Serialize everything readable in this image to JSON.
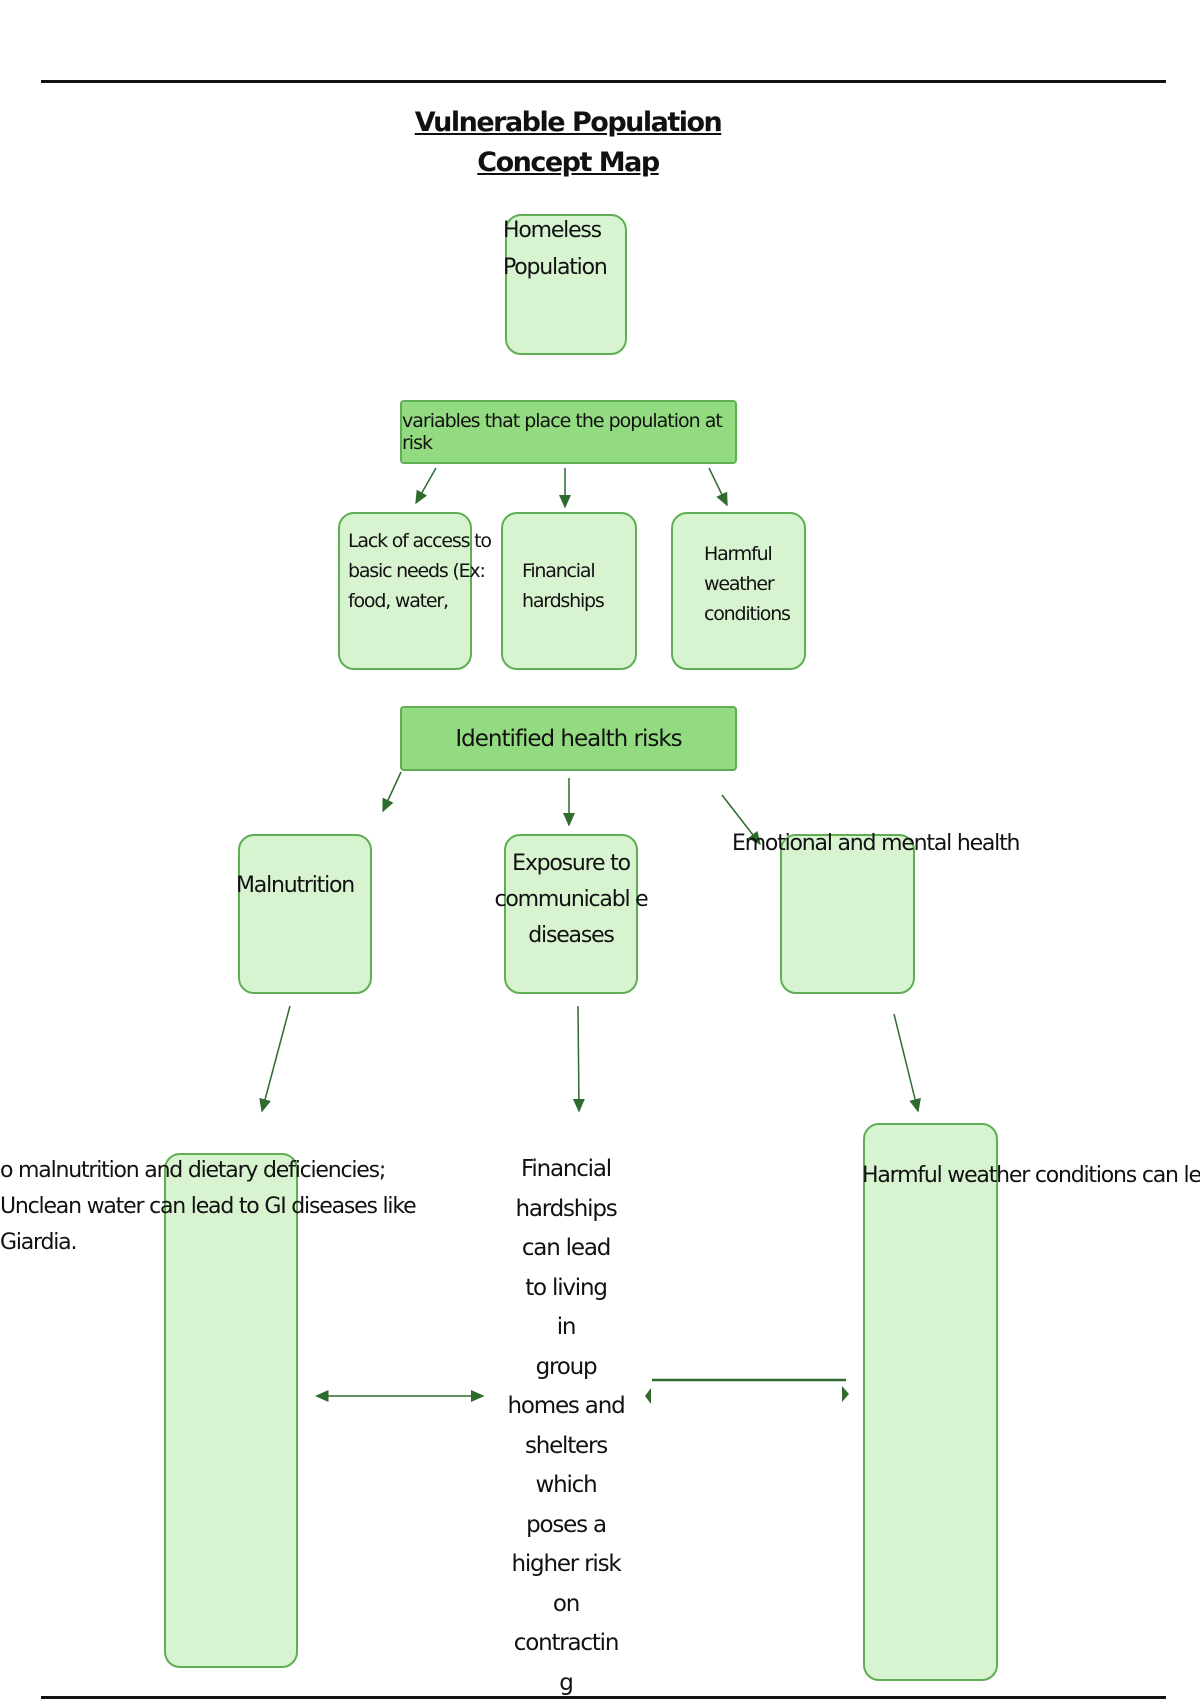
{
  "title": "Vulnerable Population Concept Map",
  "root": "Homeless Population",
  "risk_variables": {
    "header": "variables that place the population at risk",
    "items": [
      "Lack of access to basic needs (Ex: food, water,",
      "Financial hardships",
      "Harmful weather conditions"
    ]
  },
  "health_risks": {
    "header": "Identified health risks",
    "items": [
      "Malnutrition",
      "Exposure to communicabl e diseases",
      "Emotional and mental health"
    ]
  },
  "outcomes": {
    "left": "o malnutrition and dietary deficiencies; Unclean water can lead to GI diseases like Giardia.",
    "center_lines": [
      "Financial",
      "hardships",
      "can lead",
      "to living",
      "in",
      "group",
      "homes and",
      "shelters",
      "which",
      "poses a",
      "higher risk",
      "on",
      "contractin",
      "g"
    ],
    "right": "Harmful weather conditions can le"
  },
  "colors": {
    "box_fill": "#d8f3cf",
    "box_border": "#5fae53",
    "header_fill": "#93db80",
    "arrow": "#2e6b2e"
  }
}
